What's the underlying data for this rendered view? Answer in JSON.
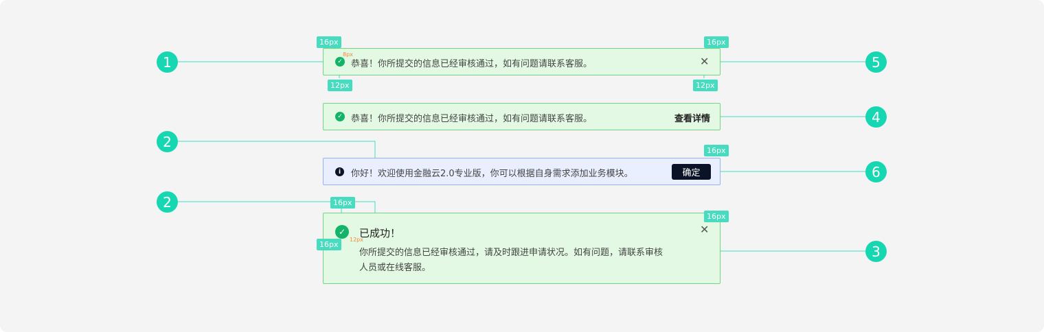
{
  "alerts": {
    "a1": {
      "text": "恭喜！你所提交的信息已经审核通过，如有问题请联系客服。",
      "close": "✕"
    },
    "a2": {
      "text": "恭喜！你所提交的信息已经审核通过，如有问题请联系客服。",
      "link": "查看详情"
    },
    "a3": {
      "text": "你好！欢迎使用金融云2.0专业版，你可以根据自身需求添加业务模块。",
      "button": "确定"
    },
    "a4": {
      "title": "已成功！",
      "body1": "你所提交的信息已经审核通过，请及时跟进申请状况。如有问题，请联系审核",
      "body2": "人员或在线客服。",
      "close": "✕"
    }
  },
  "callouts": [
    "1",
    "2",
    "2",
    "3",
    "4",
    "5",
    "6"
  ],
  "measures": {
    "m16": "16px",
    "m12": "12px",
    "m8": "8px"
  },
  "colors": {
    "accent": "#17d7b2",
    "success": "#13b46a",
    "dark": "#0b1426"
  }
}
